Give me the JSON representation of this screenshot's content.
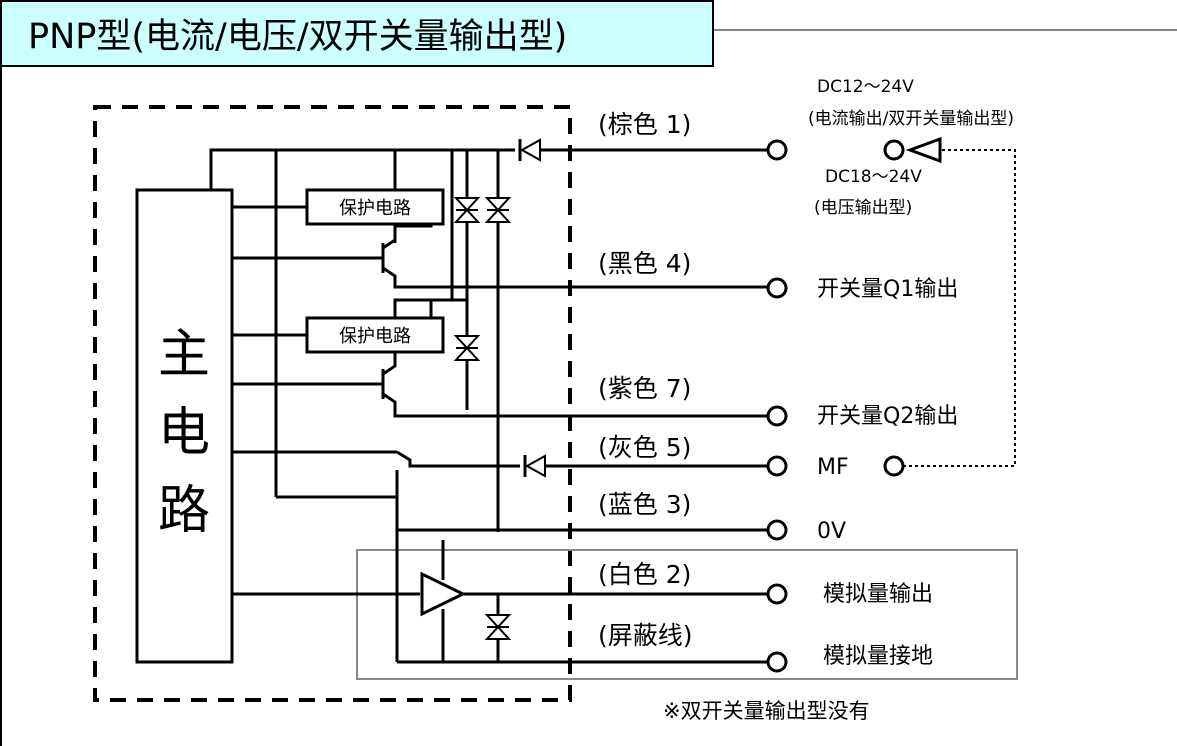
{
  "title": "PNP型(电流/电压/双开关量输出型)",
  "main_circuit": [
    "主",
    "电",
    "路"
  ],
  "protection_circuit_label": "保护电路",
  "wires": [
    {
      "color_label": "(棕色 1)"
    },
    {
      "color_label": "(黑色 4)",
      "terminal_label": "开关量Q1输出"
    },
    {
      "color_label": "(紫色 7)",
      "terminal_label": "开关量Q2输出"
    },
    {
      "color_label": "(灰色 5)",
      "terminal_label": "MF"
    },
    {
      "color_label": "(蓝色 3)",
      "terminal_label": "0V"
    },
    {
      "color_label": "(白色 2)",
      "terminal_label": "模拟量输出"
    },
    {
      "color_label": "(屏蔽线)",
      "terminal_label": "模拟量接地"
    }
  ],
  "power_supply": {
    "current_voltage": "DC12～24V",
    "current_type": "(电流输出/双开关量输出型)",
    "voltage_voltage": "DC18～24V",
    "voltage_type": "(电压输出型)"
  },
  "footnote": "※双开关量输出型没有",
  "colors": {
    "title_bg": "#ccffff",
    "line": "#000000",
    "box_border": "#888888"
  }
}
